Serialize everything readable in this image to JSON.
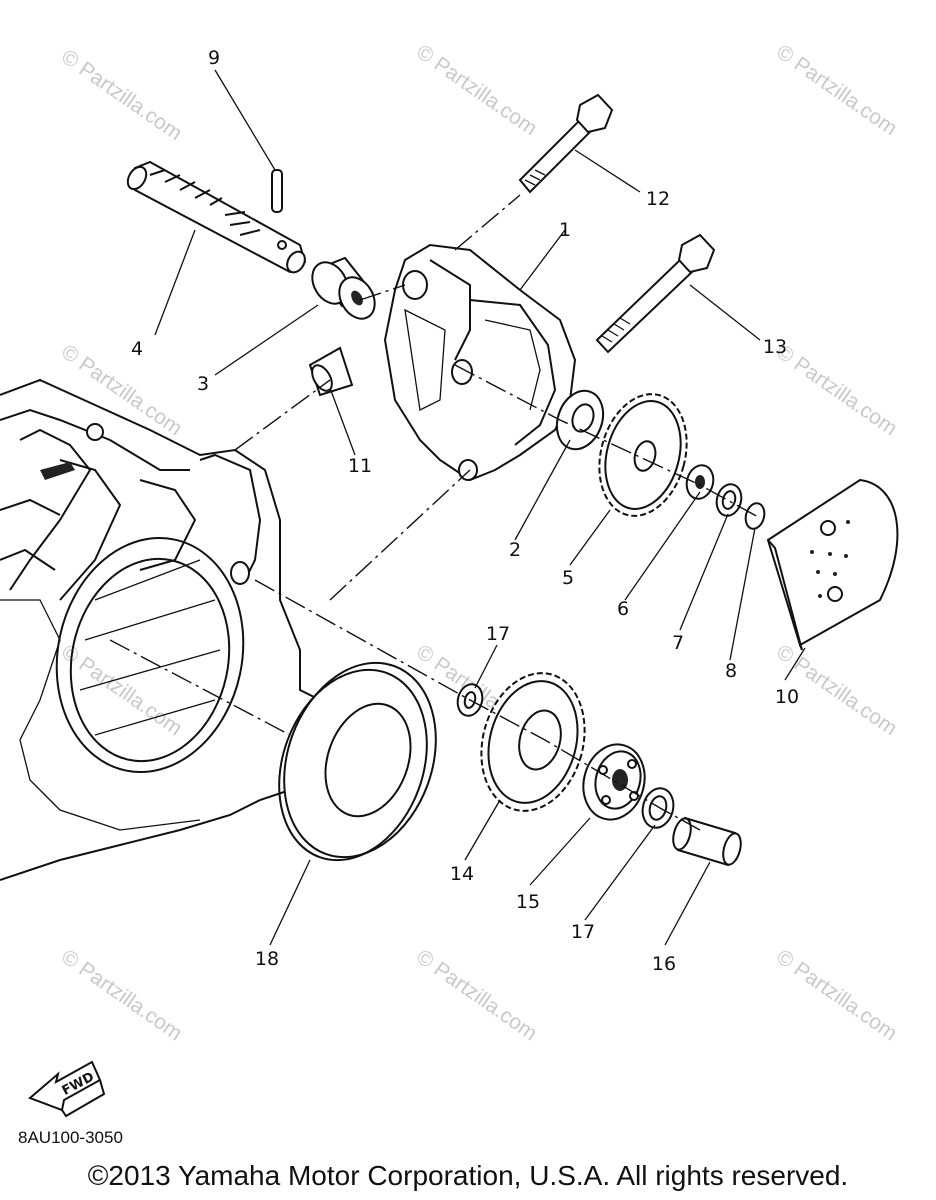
{
  "diagram": {
    "callouts": [
      "1",
      "2",
      "3",
      "4",
      "5",
      "6",
      "7",
      "8",
      "9",
      "10",
      "11",
      "12",
      "13",
      "14",
      "15",
      "16",
      "17",
      "17",
      "18"
    ],
    "direction_label": "FWD",
    "diagram_code": "8AU100-3050",
    "copyright": "©2013 Yamaha Motor Corporation, U.S.A. All rights reserved.",
    "watermark": "© Partzilla.com"
  }
}
